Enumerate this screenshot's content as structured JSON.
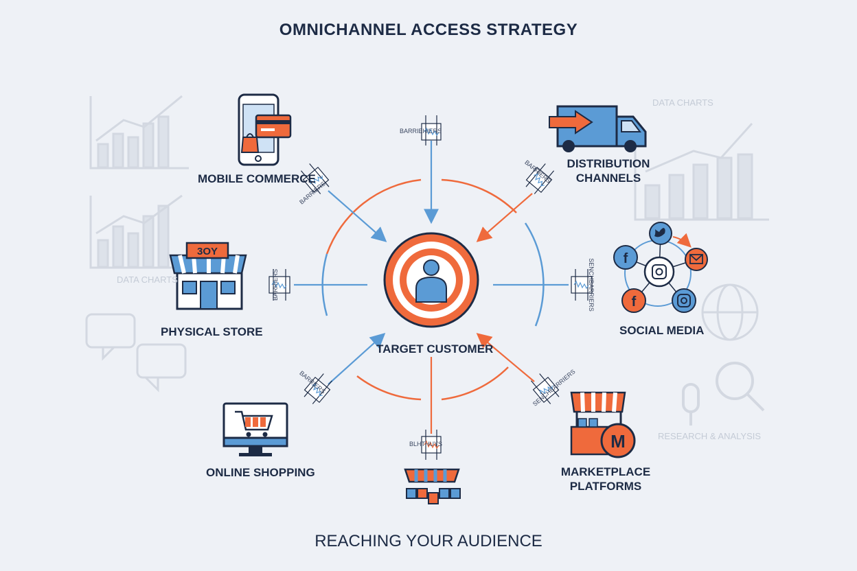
{
  "title": "OMNICHANNEL ACCESS STRATEGY",
  "subtitle": "REACHING YOUR AUDIENCE",
  "center": {
    "label": "TARGET CUSTOMER",
    "icon": "person-target-icon"
  },
  "channels": {
    "mobile_commerce": "MOBILE COMMERCE",
    "distribution_line1": "DISTRIBUTION",
    "distribution_line2": "CHANNELS",
    "physical_store": "PHYSICAL STORE",
    "social_media": "SOCIAL MEDIA",
    "online_shopping": "ONLINE SHOPPING",
    "marketplace_line1": "MARKETPLACE",
    "marketplace_line2": "PLATFORMS"
  },
  "barrier_labels": {
    "top": "BARRIEHIERS",
    "top_right": "BARRIERS",
    "right": "SENCHBARRIERS",
    "bottom_right": "SENCHBARRIERS",
    "bottom": "BLHTHUYS",
    "bottom_left": "BARRIERS",
    "left": "BARRIERS",
    "top_left": "BARRIERS"
  },
  "store_sign": "3OY",
  "market_badge": "M",
  "background_labels": {
    "data_charts_right": "DATA CHARTS",
    "data_charts_left": "DATA CHARTS",
    "research": "RESEARCH & ANALYSIS"
  },
  "colors": {
    "orange": "#ef6a3c",
    "blue": "#5b9bd5",
    "navy": "#1d2b45",
    "background": "#eef1f6"
  }
}
